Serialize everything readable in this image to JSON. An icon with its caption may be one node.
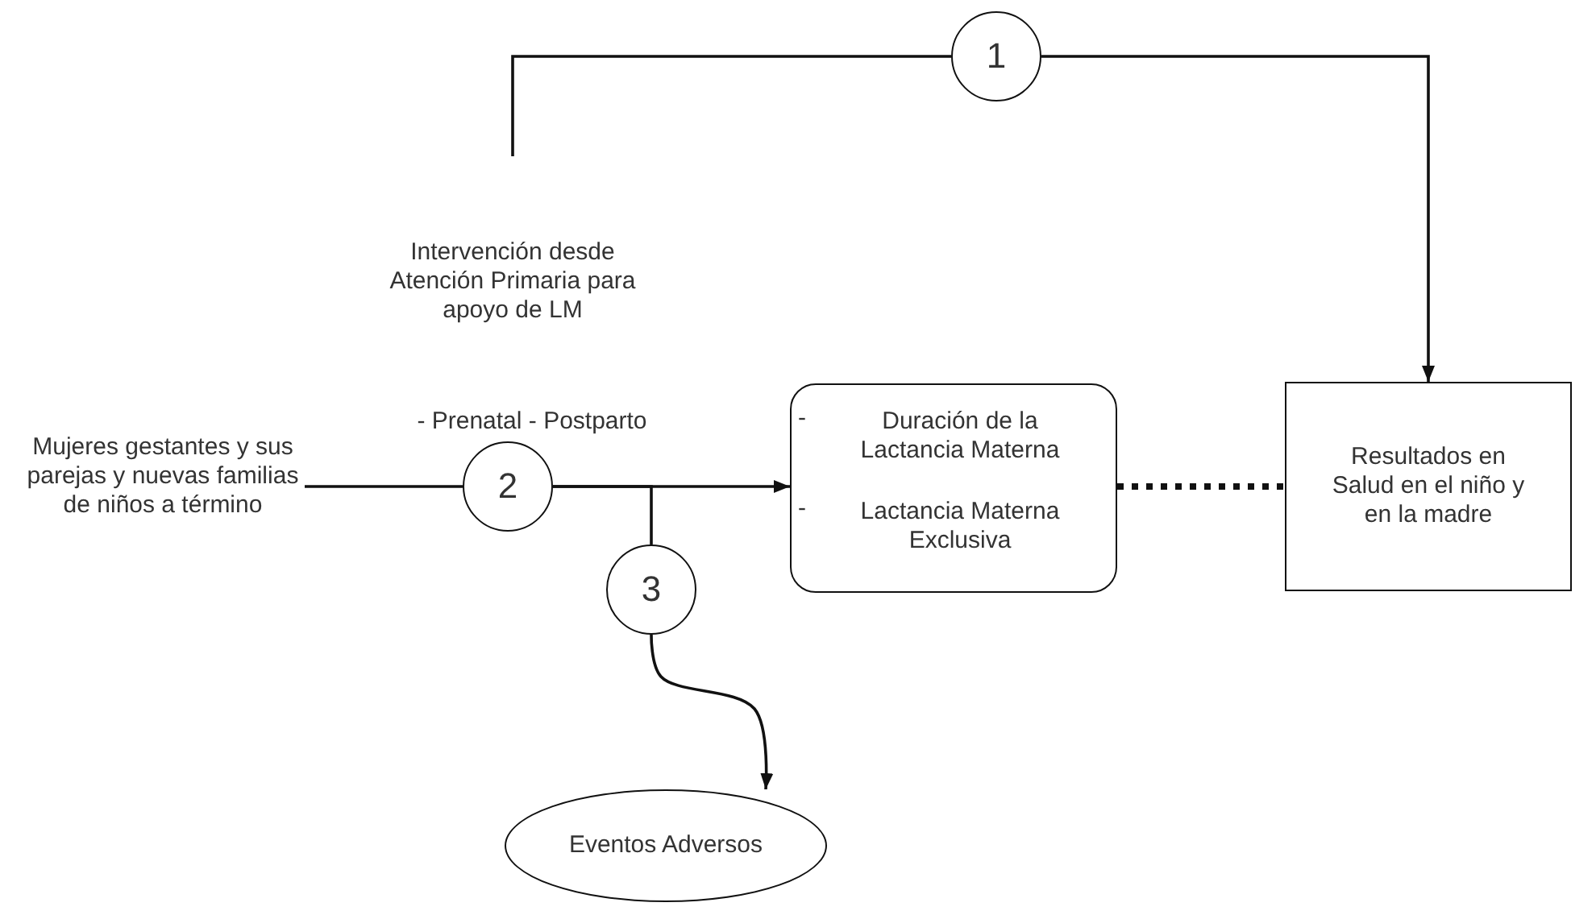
{
  "diagram": {
    "nodes": [
      {
        "text": [
          "Mujeres gestantes y sus parejas y nuevas familias de niños a término"
        ]
      },
      {
        "text": [
          "2"
        ]
      },
      {
        "text": [
          "-",
          "Duración de la Lactancia Materna",
          "-",
          "Lactancia Materna Exclusiva"
        ]
      },
      {
        "text": [
          "Resultados en Salud en el niño y en la madre"
        ]
      },
      {
        "text": [
          "3"
        ]
      },
      {
        "text": [
          "Eventos Adversos"
        ]
      },
      {
        "text": [
          "1"
        ]
      }
    ],
    "edges": [
      {
        "from": 0,
        "to": 1,
        "arrow": "none"
      },
      {
        "from": 1,
        "to": 2,
        "arrow": "to"
      },
      {
        "from": 1,
        "to": 4,
        "arrow": "none"
      },
      {
        "from": 4,
        "to": 5,
        "arrow": "to"
      },
      {
        "from": 2,
        "to": 3,
        "arrow": "none",
        "style": "dashed"
      },
      {
        "from": null,
        "to": 6,
        "arrow": "none"
      },
      {
        "from": 6,
        "to": 3,
        "arrow": "to"
      }
    ],
    "labels": [
      "Intervención desde Atención Primaria para apoyo de LM",
      "- Prenatal - Postparto"
    ]
  }
}
